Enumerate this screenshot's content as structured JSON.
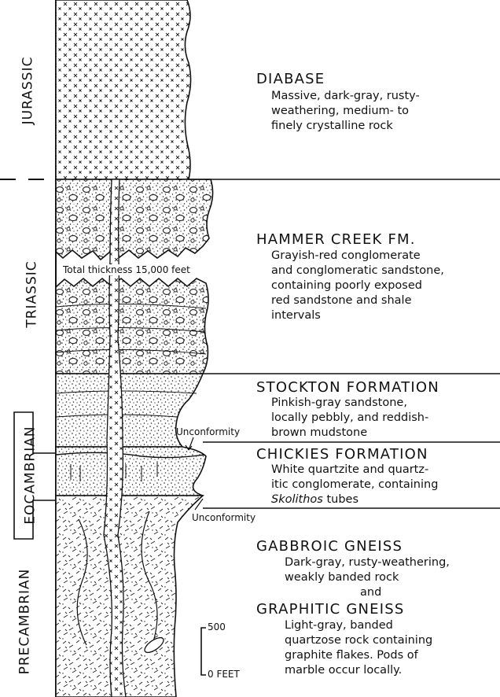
{
  "periods": {
    "jurassic": "JURASSIC",
    "triassic": "TRIASSIC",
    "eocambrian": "EOCAMBRIAN",
    "precambrian": "PRECAMBRIAN"
  },
  "units": {
    "diabase": {
      "name": "DIABASE",
      "lines": [
        "Massive, dark-gray, rusty-",
        "weathering, medium- to",
        "finely crystalline rock"
      ]
    },
    "hammer_creek": {
      "name": "HAMMER CREEK FM.",
      "lines": [
        "Grayish-red conglomerate",
        "and conglomeratic sandstone,",
        "containing poorly exposed",
        "red sandstone and shale",
        "intervals"
      ]
    },
    "stockton": {
      "name": "STOCKTON FORMATION",
      "lines": [
        "Pinkish-gray sandstone,",
        "locally pebbly, and reddish-",
        "brown mudstone"
      ]
    },
    "chickies": {
      "name": "CHICKIES FORMATION",
      "lines": [
        "White quartzite and quartz-",
        "itic conglomerate, containing"
      ],
      "last_line_italic": "Skolithos",
      "last_line_rest": " tubes"
    },
    "gabbroic": {
      "name": "GABBROIC GNEISS",
      "lines": [
        "Dark-gray, rusty-weathering,",
        "weakly banded rock"
      ],
      "and": "and"
    },
    "graphitic": {
      "name": "GRAPHITIC GNEISS",
      "lines": [
        "Light-gray, banded",
        "quartzose rock containing",
        "graphite flakes. Pods of",
        "marble occur locally."
      ]
    }
  },
  "annotations": {
    "thickness": "Total thickness 15,000 feet",
    "unconformity_upper": "Unconformity",
    "unconformity_lower": "Unconformity"
  },
  "scale": {
    "top": "500",
    "bottom": "0 FEET"
  }
}
